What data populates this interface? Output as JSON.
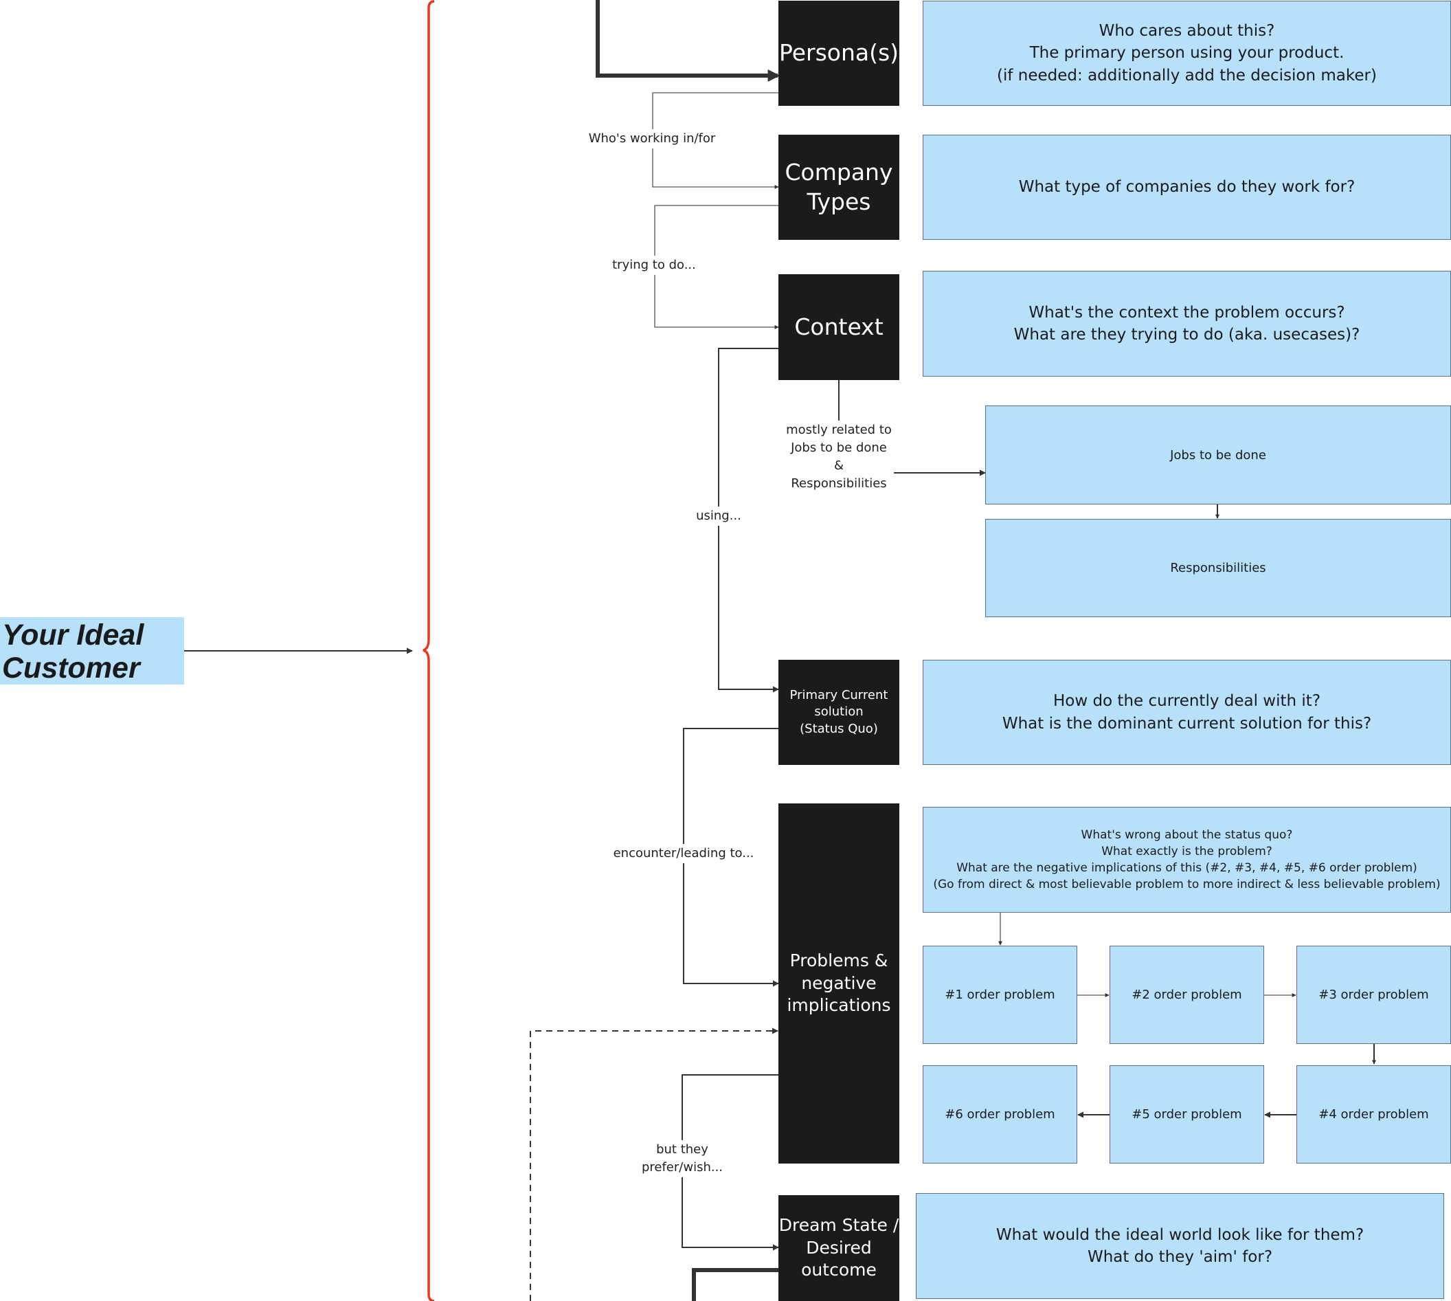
{
  "title": "Your Ideal\nCustomer",
  "colors": {
    "dark_box": "#1b1b1b",
    "info_box": "#b7e1fb",
    "info_border": "#5b7082",
    "brace": "#e8391f",
    "line": "#333333"
  },
  "stages": {
    "personas": "Persona(s)",
    "company_types": "Company\nTypes",
    "context": "Context",
    "status_quo": "Primary Current\nsolution\n(Status Quo)",
    "problems": "Problems &\nnegative\nimplications",
    "dream_state": "Dream State /\nDesired\noutcome"
  },
  "questions": {
    "personas": "Who cares about this?\nThe primary person using your product.\n(if needed: additionally add the decision maker)",
    "company_types": "What type of companies do they work for?",
    "context": "What's the context the problem occurs?\nWhat are they trying to do (aka. usecases)?",
    "jobs": "Jobs to be done",
    "responsibilities": "Responsibilities",
    "status_quo": "How do the currently deal with it?\nWhat is the dominant current solution for this?",
    "problems": "What's wrong about the status quo?\nWhat exactly is the problem?\nWhat are the negative implications of this (#2, #3, #4, #5, #6 order problem)\n(Go from direct & most believable problem to more indirect & less believable problem)",
    "dream_state": "What would the ideal world look like for them?\nWhat do they 'aim' for?"
  },
  "orders": {
    "p1": "#1 order problem",
    "p2": "#2 order problem",
    "p3": "#3 order problem",
    "p4": "#4 order problem",
    "p5": "#5 order problem",
    "p6": "#6 order problem"
  },
  "connectors": {
    "working_in": "Who's working in/for",
    "trying": "trying to do...",
    "mostly_related": "mostly related to\nJobs to be done\n&\nResponsibilities",
    "using": "using...",
    "encounter": "encounter/leading to...",
    "prefer": "but they\nprefer/wish..."
  }
}
